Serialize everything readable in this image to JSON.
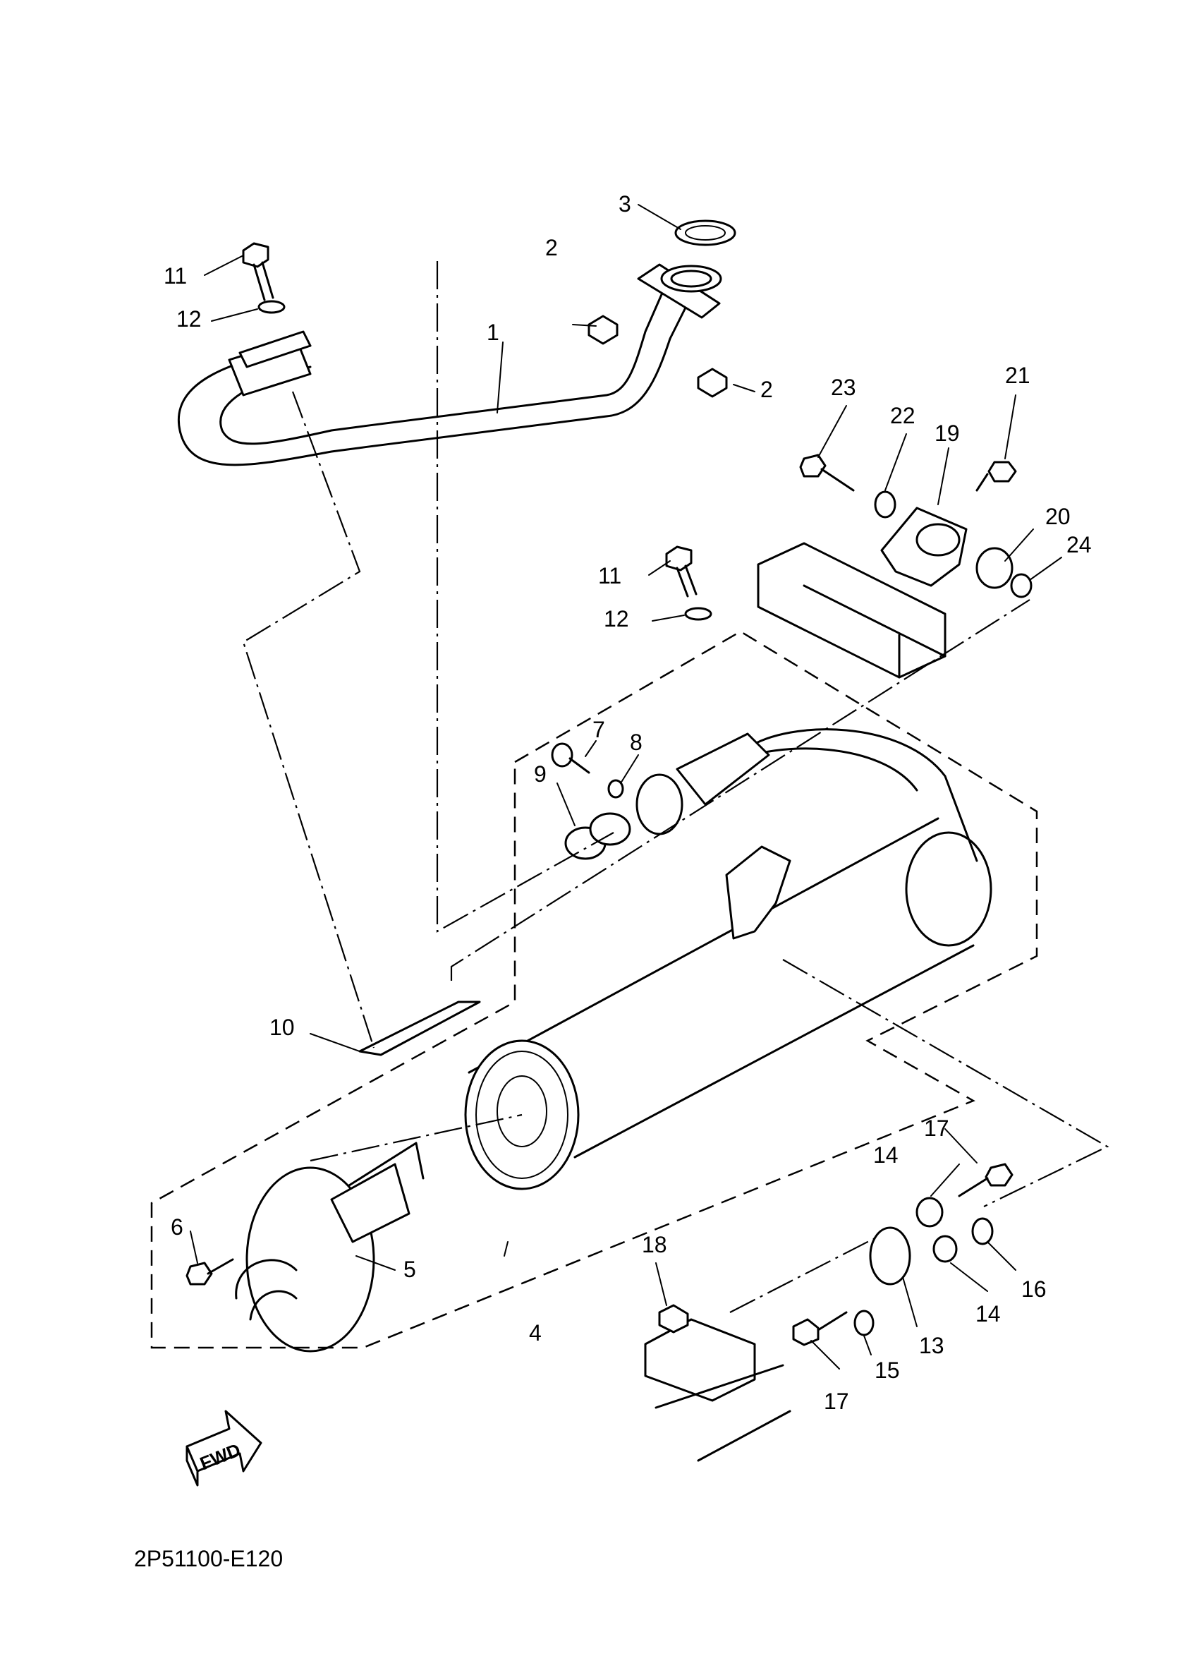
{
  "diagram": {
    "code": "2P51100-E120",
    "fwd_label": "FWD",
    "callouts": [
      {
        "id": "c1",
        "text": "1"
      },
      {
        "id": "c2a",
        "text": "2"
      },
      {
        "id": "c2b",
        "text": "2"
      },
      {
        "id": "c3",
        "text": "3"
      },
      {
        "id": "c4",
        "text": "4"
      },
      {
        "id": "c5",
        "text": "5"
      },
      {
        "id": "c6",
        "text": "6"
      },
      {
        "id": "c7",
        "text": "7"
      },
      {
        "id": "c8",
        "text": "8"
      },
      {
        "id": "c9",
        "text": "9"
      },
      {
        "id": "c10",
        "text": "10"
      },
      {
        "id": "c11a",
        "text": "11"
      },
      {
        "id": "c11b",
        "text": "11"
      },
      {
        "id": "c12a",
        "text": "12"
      },
      {
        "id": "c12b",
        "text": "12"
      },
      {
        "id": "c13",
        "text": "13"
      },
      {
        "id": "c14a",
        "text": "14"
      },
      {
        "id": "c14b",
        "text": "14"
      },
      {
        "id": "c15",
        "text": "15"
      },
      {
        "id": "c16",
        "text": "16"
      },
      {
        "id": "c17a",
        "text": "17"
      },
      {
        "id": "c17b",
        "text": "17"
      },
      {
        "id": "c18",
        "text": "18"
      },
      {
        "id": "c19",
        "text": "19"
      },
      {
        "id": "c20",
        "text": "20"
      },
      {
        "id": "c21",
        "text": "21"
      },
      {
        "id": "c22",
        "text": "22"
      },
      {
        "id": "c23",
        "text": "23"
      },
      {
        "id": "c24",
        "text": "24"
      }
    ]
  }
}
